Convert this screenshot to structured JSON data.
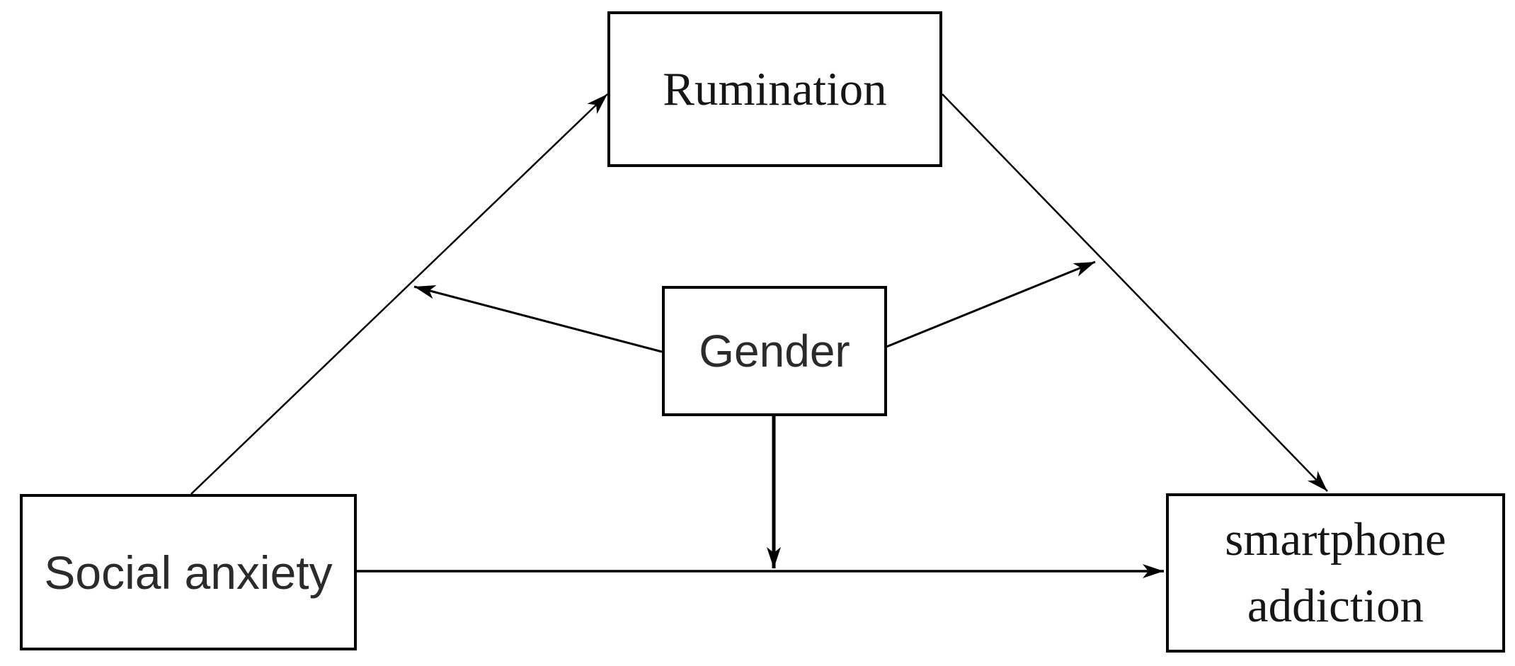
{
  "diagram": {
    "background_color": "#ffffff",
    "line_color": "#000000",
    "box_border_color": "#000000",
    "nodes": {
      "rumination": {
        "label": "Rumination"
      },
      "gender": {
        "label": "Gender"
      },
      "social_anxiety": {
        "label": "Social anxiety"
      },
      "smartphone_addiction": {
        "label": "smartphone addiction",
        "lines": [
          "smartphone",
          "addiction"
        ]
      }
    },
    "edges": [
      {
        "from": "social_anxiety",
        "to": "rumination",
        "kind": "arrow"
      },
      {
        "from": "rumination",
        "to": "smartphone_addiction",
        "kind": "arrow"
      },
      {
        "from": "social_anxiety",
        "to": "smartphone_addiction",
        "kind": "arrow"
      },
      {
        "from": "gender",
        "to": "path: social_anxiety to rumination",
        "kind": "arrow"
      },
      {
        "from": "gender",
        "to": "path: rumination to smartphone_addiction",
        "kind": "arrow"
      },
      {
        "from": "gender",
        "to": "path: social_anxiety to smartphone_addiction",
        "kind": "arrow"
      }
    ]
  }
}
